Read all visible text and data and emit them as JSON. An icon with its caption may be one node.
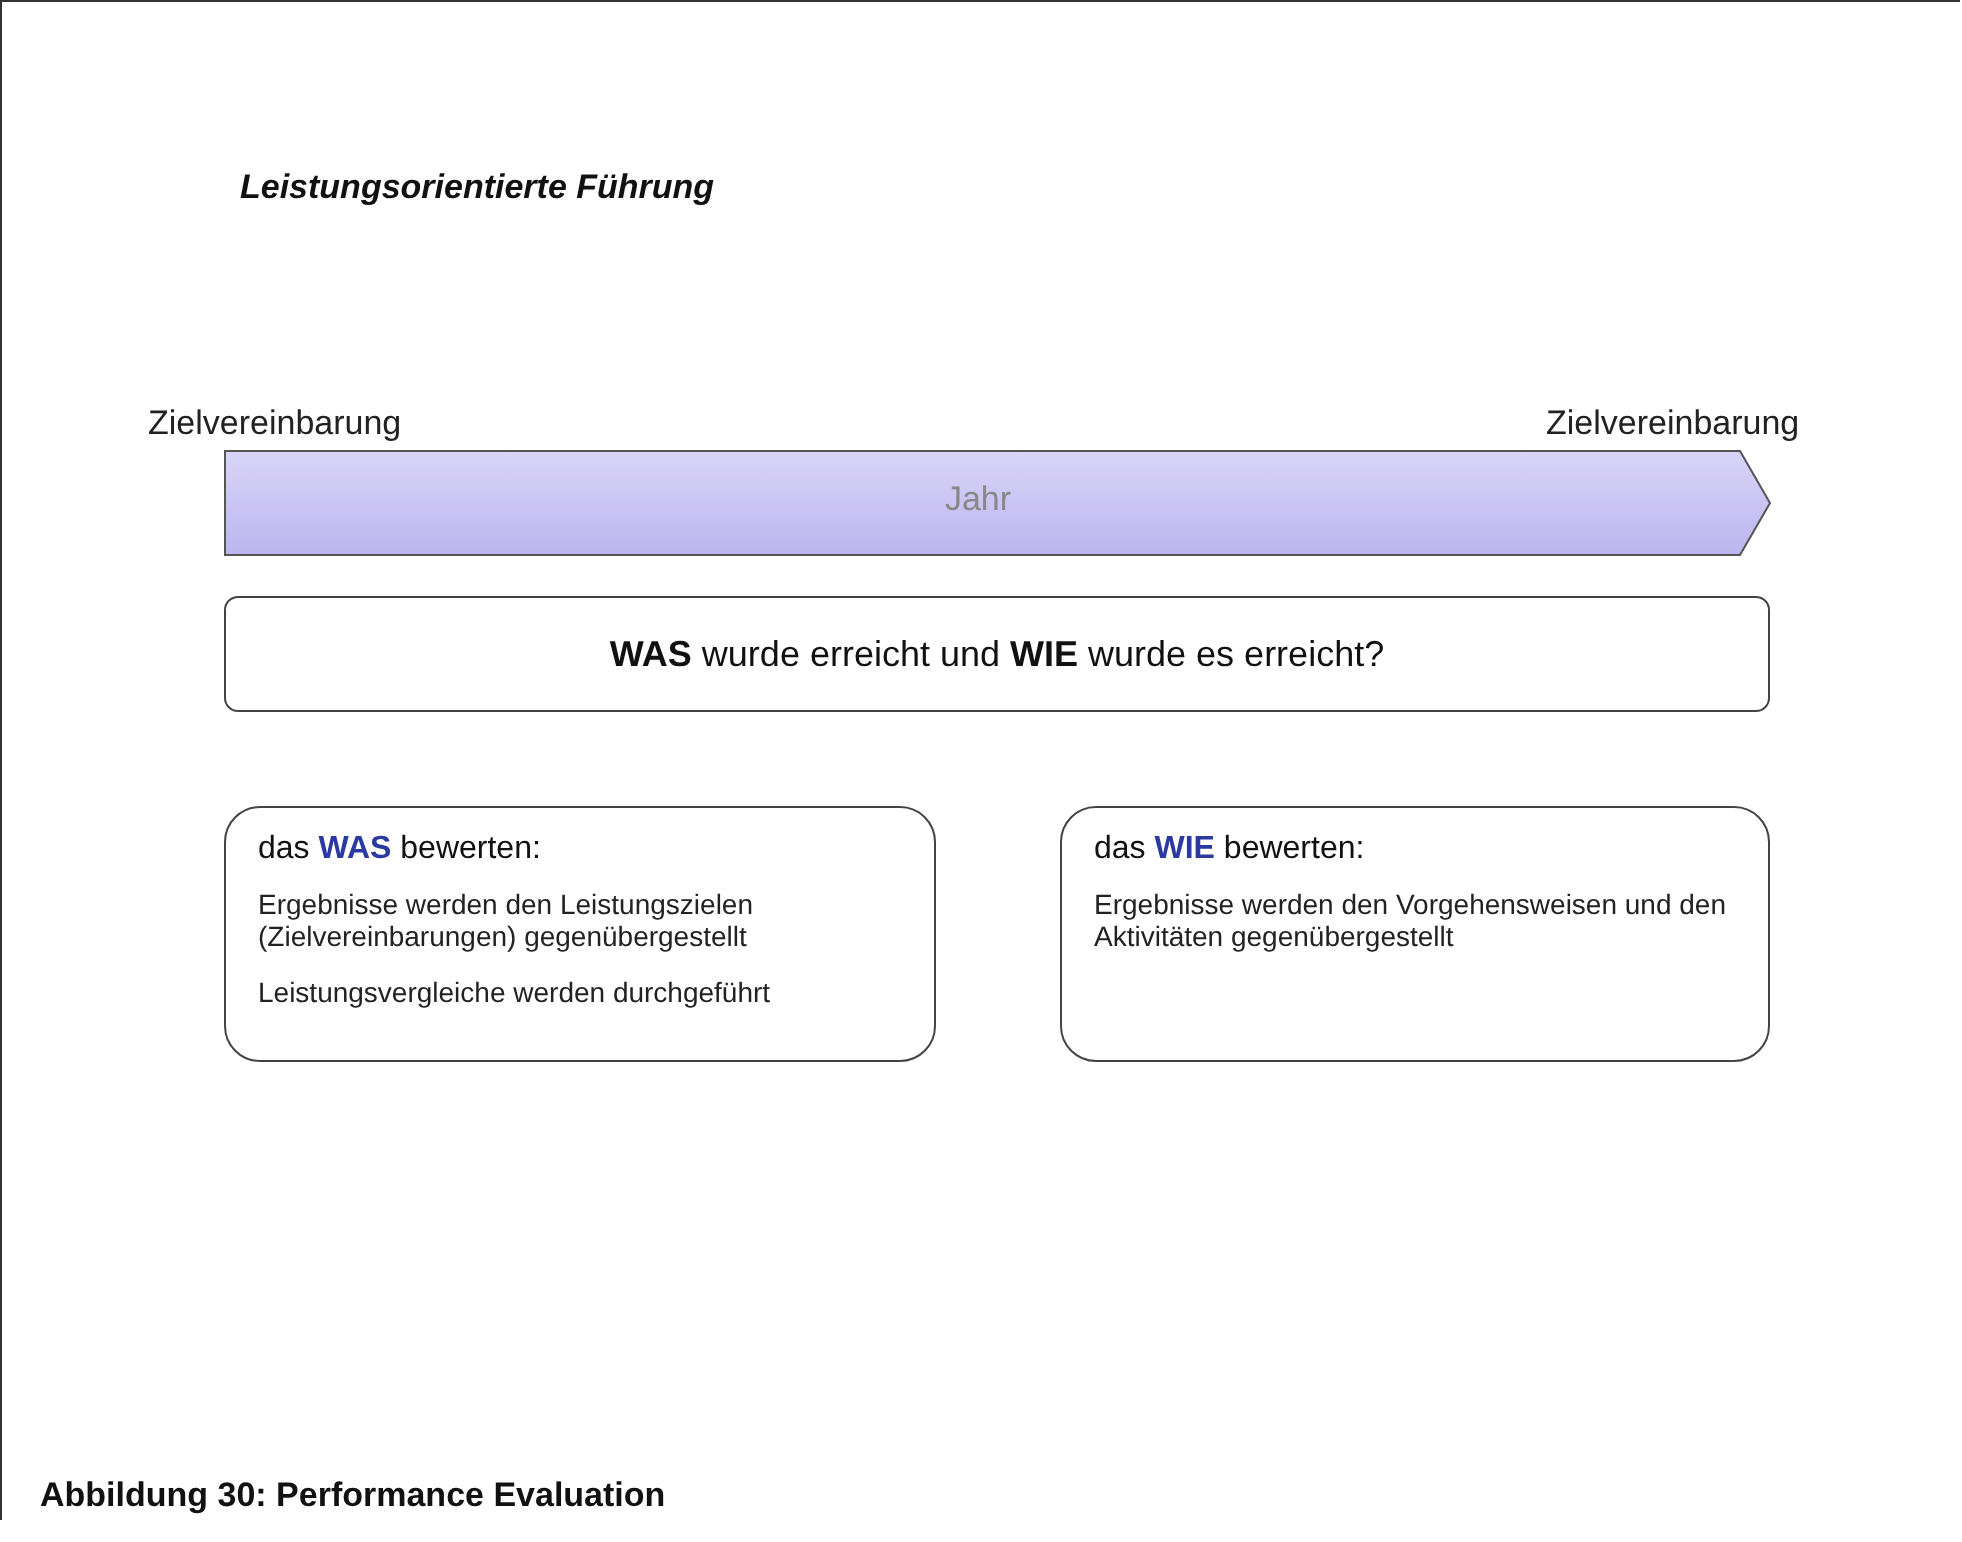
{
  "diagram": {
    "title": "Leistungsorientierte Führung",
    "caption": "Abbildung 30: Performance Evaluation",
    "nodes": [
      {
        "text": [
          "Jahr"
        ]
      },
      {
        "text": [
          "**WAS** wurde erreicht und **WIE** wurde es erreicht?"
        ]
      },
      {
        "text": [
          "das **WAS** bewerten:",
          "Ergebnisse werden den Leistungszielen (Zielvereinbarungen) gegenübergestellt",
          "Leistungsvergleiche werden durchgeführt"
        ]
      },
      {
        "text": [
          "das **WIE** bewerten:",
          "Ergebnisse werden den Vorgehensweisen und den Aktivitäten gegenübergestellt"
        ]
      }
    ],
    "labels": [
      "Zielvereinbarung",
      "Zielvereinbarung"
    ]
  }
}
